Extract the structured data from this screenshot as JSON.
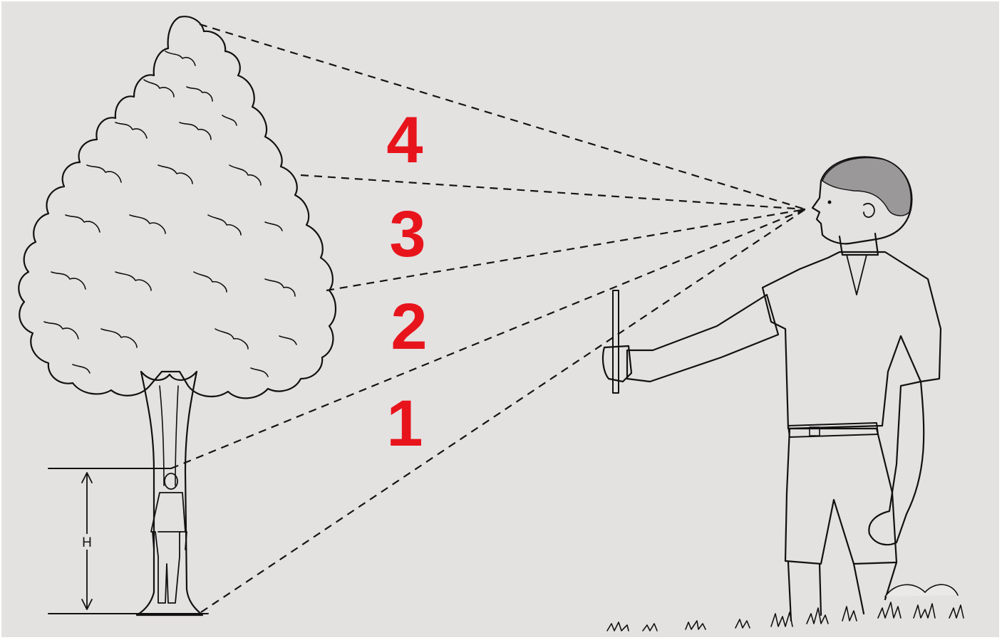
{
  "diagram": {
    "segment_labels": [
      "4",
      "3",
      "2",
      "1"
    ],
    "height_marker": "H",
    "colors": {
      "segment_number": "#e8141c",
      "background": "#e4e1e1",
      "ink": "#111111"
    }
  }
}
